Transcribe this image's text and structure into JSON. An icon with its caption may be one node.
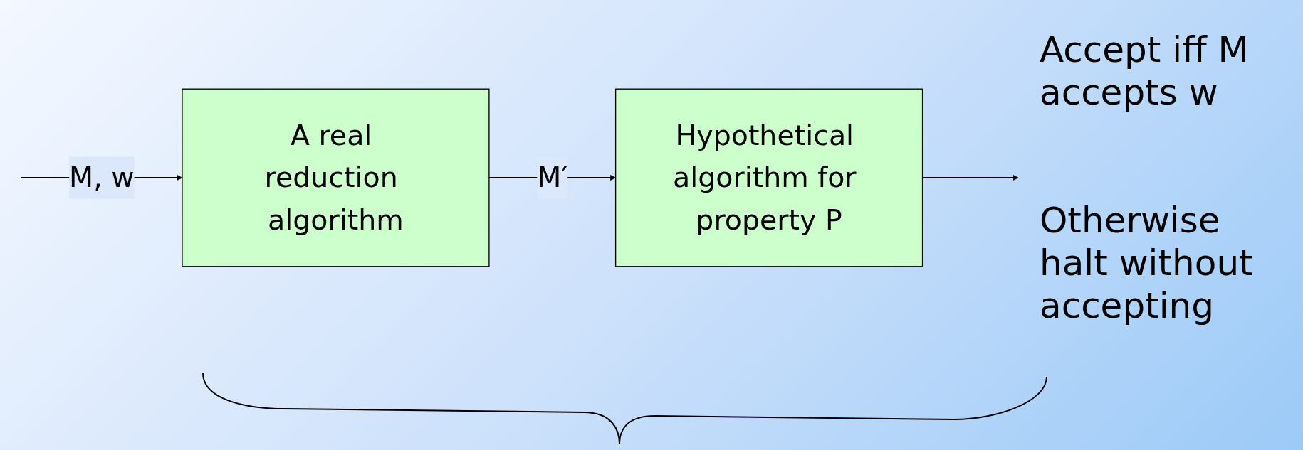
{
  "diagram": {
    "nodes": [
      {
        "text": [
          "A real reduction algorithm"
        ]
      },
      {
        "text": [
          "Hypothetical algorithm for property P"
        ]
      }
    ],
    "edges": [
      {
        "from": null,
        "to": 0,
        "arrow": "to",
        "label": "M, w"
      },
      {
        "from": 0,
        "to": 1,
        "arrow": "to",
        "label": "M′"
      },
      {
        "from": 1,
        "to": null,
        "arrow": "to"
      }
    ],
    "labels": [
      "Accept iff M accepts w",
      "Otherwise halt without accepting"
    ]
  }
}
